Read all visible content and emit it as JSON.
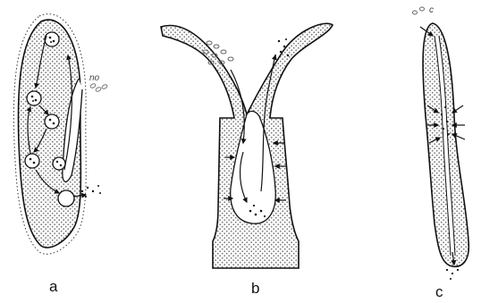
{
  "panels": {
    "a": {
      "label": "a"
    },
    "b": {
      "label": "b"
    },
    "c": {
      "label": "c"
    }
  },
  "annotations": {
    "a_particles_text": "no",
    "c_particles_text": "c"
  },
  "colors": {
    "ink": "#111111",
    "stipple": "#8a8a8a",
    "background": "#ffffff"
  }
}
